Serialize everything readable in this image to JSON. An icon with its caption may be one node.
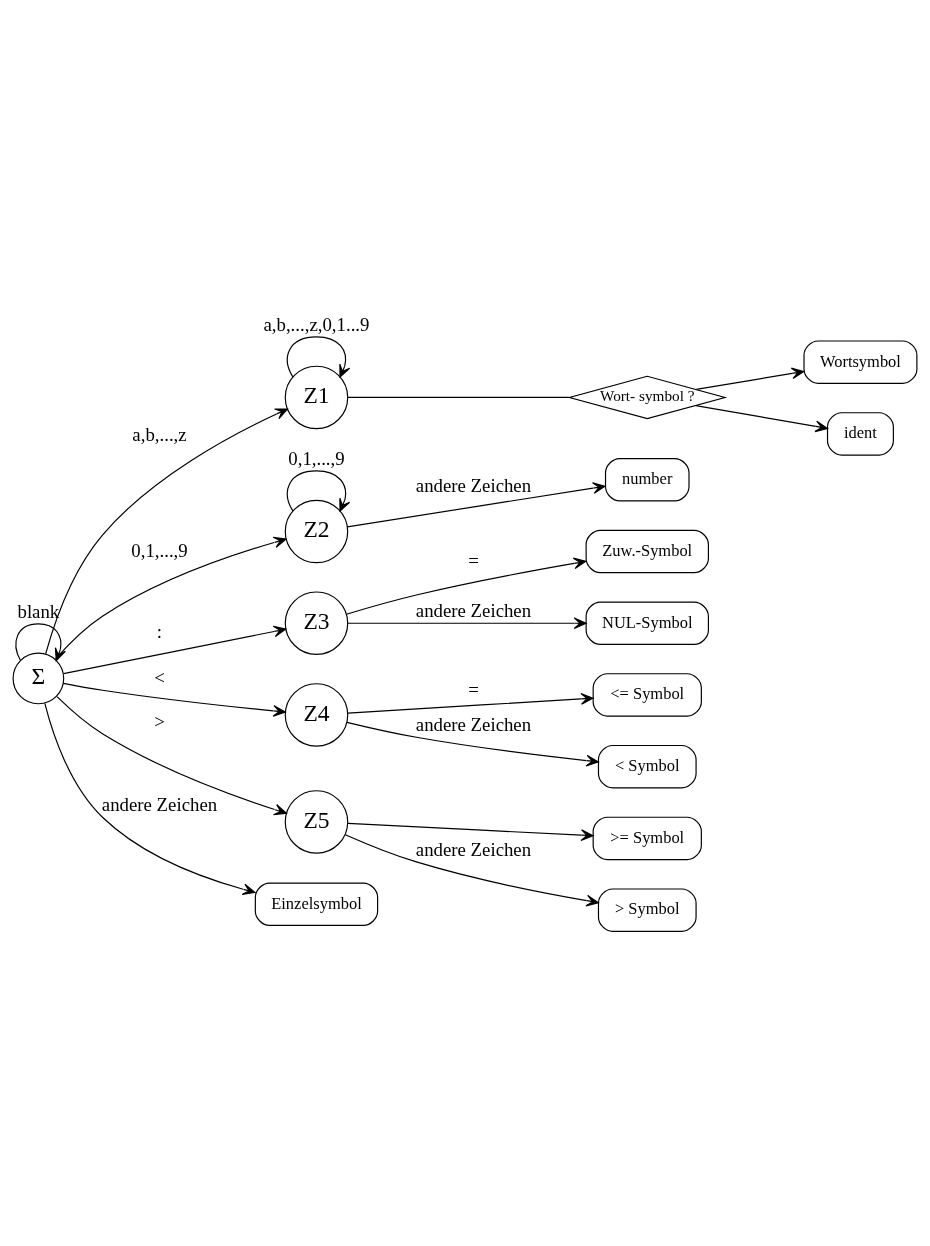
{
  "diagram": {
    "nodes": [
      {
        "text": [
          "Σ"
        ]
      },
      {
        "text": [
          "Z1"
        ]
      },
      {
        "text": [
          "Wort- symbol ?"
        ]
      },
      {
        "text": [
          "Wortsymbol"
        ]
      },
      {
        "text": [
          "ident"
        ]
      },
      {
        "text": [
          "Z2"
        ]
      },
      {
        "text": [
          "number"
        ]
      },
      {
        "text": [
          "Z3"
        ]
      },
      {
        "text": [
          "Zuw.-Symbol"
        ]
      },
      {
        "text": [
          "NUL-Symbol"
        ]
      },
      {
        "text": [
          "Z4"
        ]
      },
      {
        "text": [
          "<= Symbol"
        ]
      },
      {
        "text": [
          "< Symbol"
        ]
      },
      {
        "text": [
          "Z5"
        ]
      },
      {
        "text": [
          ">= Symbol"
        ]
      },
      {
        "text": [
          "> Symbol"
        ]
      },
      {
        "text": [
          "Einzelsymbol"
        ]
      }
    ],
    "edges": [
      {
        "from": 0,
        "to": 0,
        "arrow": "to",
        "label": "blank"
      },
      {
        "from": 0,
        "to": 1,
        "arrow": "to",
        "label": "a,b,...,z"
      },
      {
        "from": 1,
        "to": 1,
        "arrow": "to",
        "label": "a,b,...,z,0,1...9"
      },
      {
        "from": 1,
        "to": 2,
        "arrow": "none"
      },
      {
        "from": 2,
        "to": 3,
        "arrow": "to"
      },
      {
        "from": 2,
        "to": 4,
        "arrow": "to"
      },
      {
        "from": 0,
        "to": 5,
        "arrow": "to",
        "label": "0,1,...,9"
      },
      {
        "from": 5,
        "to": 5,
        "arrow": "to",
        "label": "0,1,...,9"
      },
      {
        "from": 5,
        "to": 6,
        "arrow": "to",
        "label": "andere Zeichen"
      },
      {
        "from": 0,
        "to": 7,
        "arrow": "to",
        "label": ":"
      },
      {
        "from": 7,
        "to": 8,
        "arrow": "to",
        "label": "="
      },
      {
        "from": 7,
        "to": 9,
        "arrow": "to",
        "label": "andere Zeichen"
      },
      {
        "from": 0,
        "to": 10,
        "arrow": "to",
        "label": "<"
      },
      {
        "from": 10,
        "to": 11,
        "arrow": "to",
        "label": "="
      },
      {
        "from": 10,
        "to": 12,
        "arrow": "to",
        "label": "andere Zeichen"
      },
      {
        "from": 0,
        "to": 13,
        "arrow": "to",
        "label": ">"
      },
      {
        "from": 13,
        "to": 14,
        "arrow": "to"
      },
      {
        "from": 13,
        "to": 15,
        "arrow": "to",
        "label": "andere Zeichen"
      },
      {
        "from": 0,
        "to": 16,
        "arrow": "to",
        "label": "andere Zeichen"
      }
    ]
  }
}
